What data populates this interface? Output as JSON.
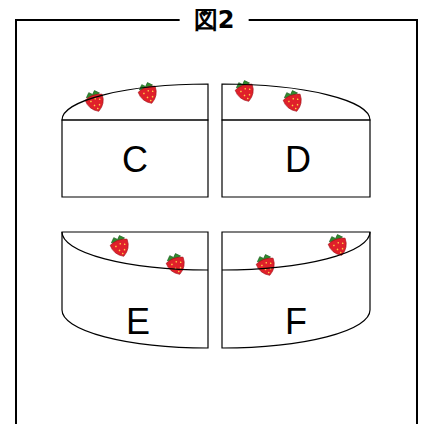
{
  "diagram": {
    "title": "図2",
    "nodes": [
      {
        "text": [
          "C"
        ]
      },
      {
        "text": [
          "D"
        ]
      },
      {
        "text": [
          "E"
        ]
      },
      {
        "text": [
          "F"
        ]
      }
    ]
  }
}
